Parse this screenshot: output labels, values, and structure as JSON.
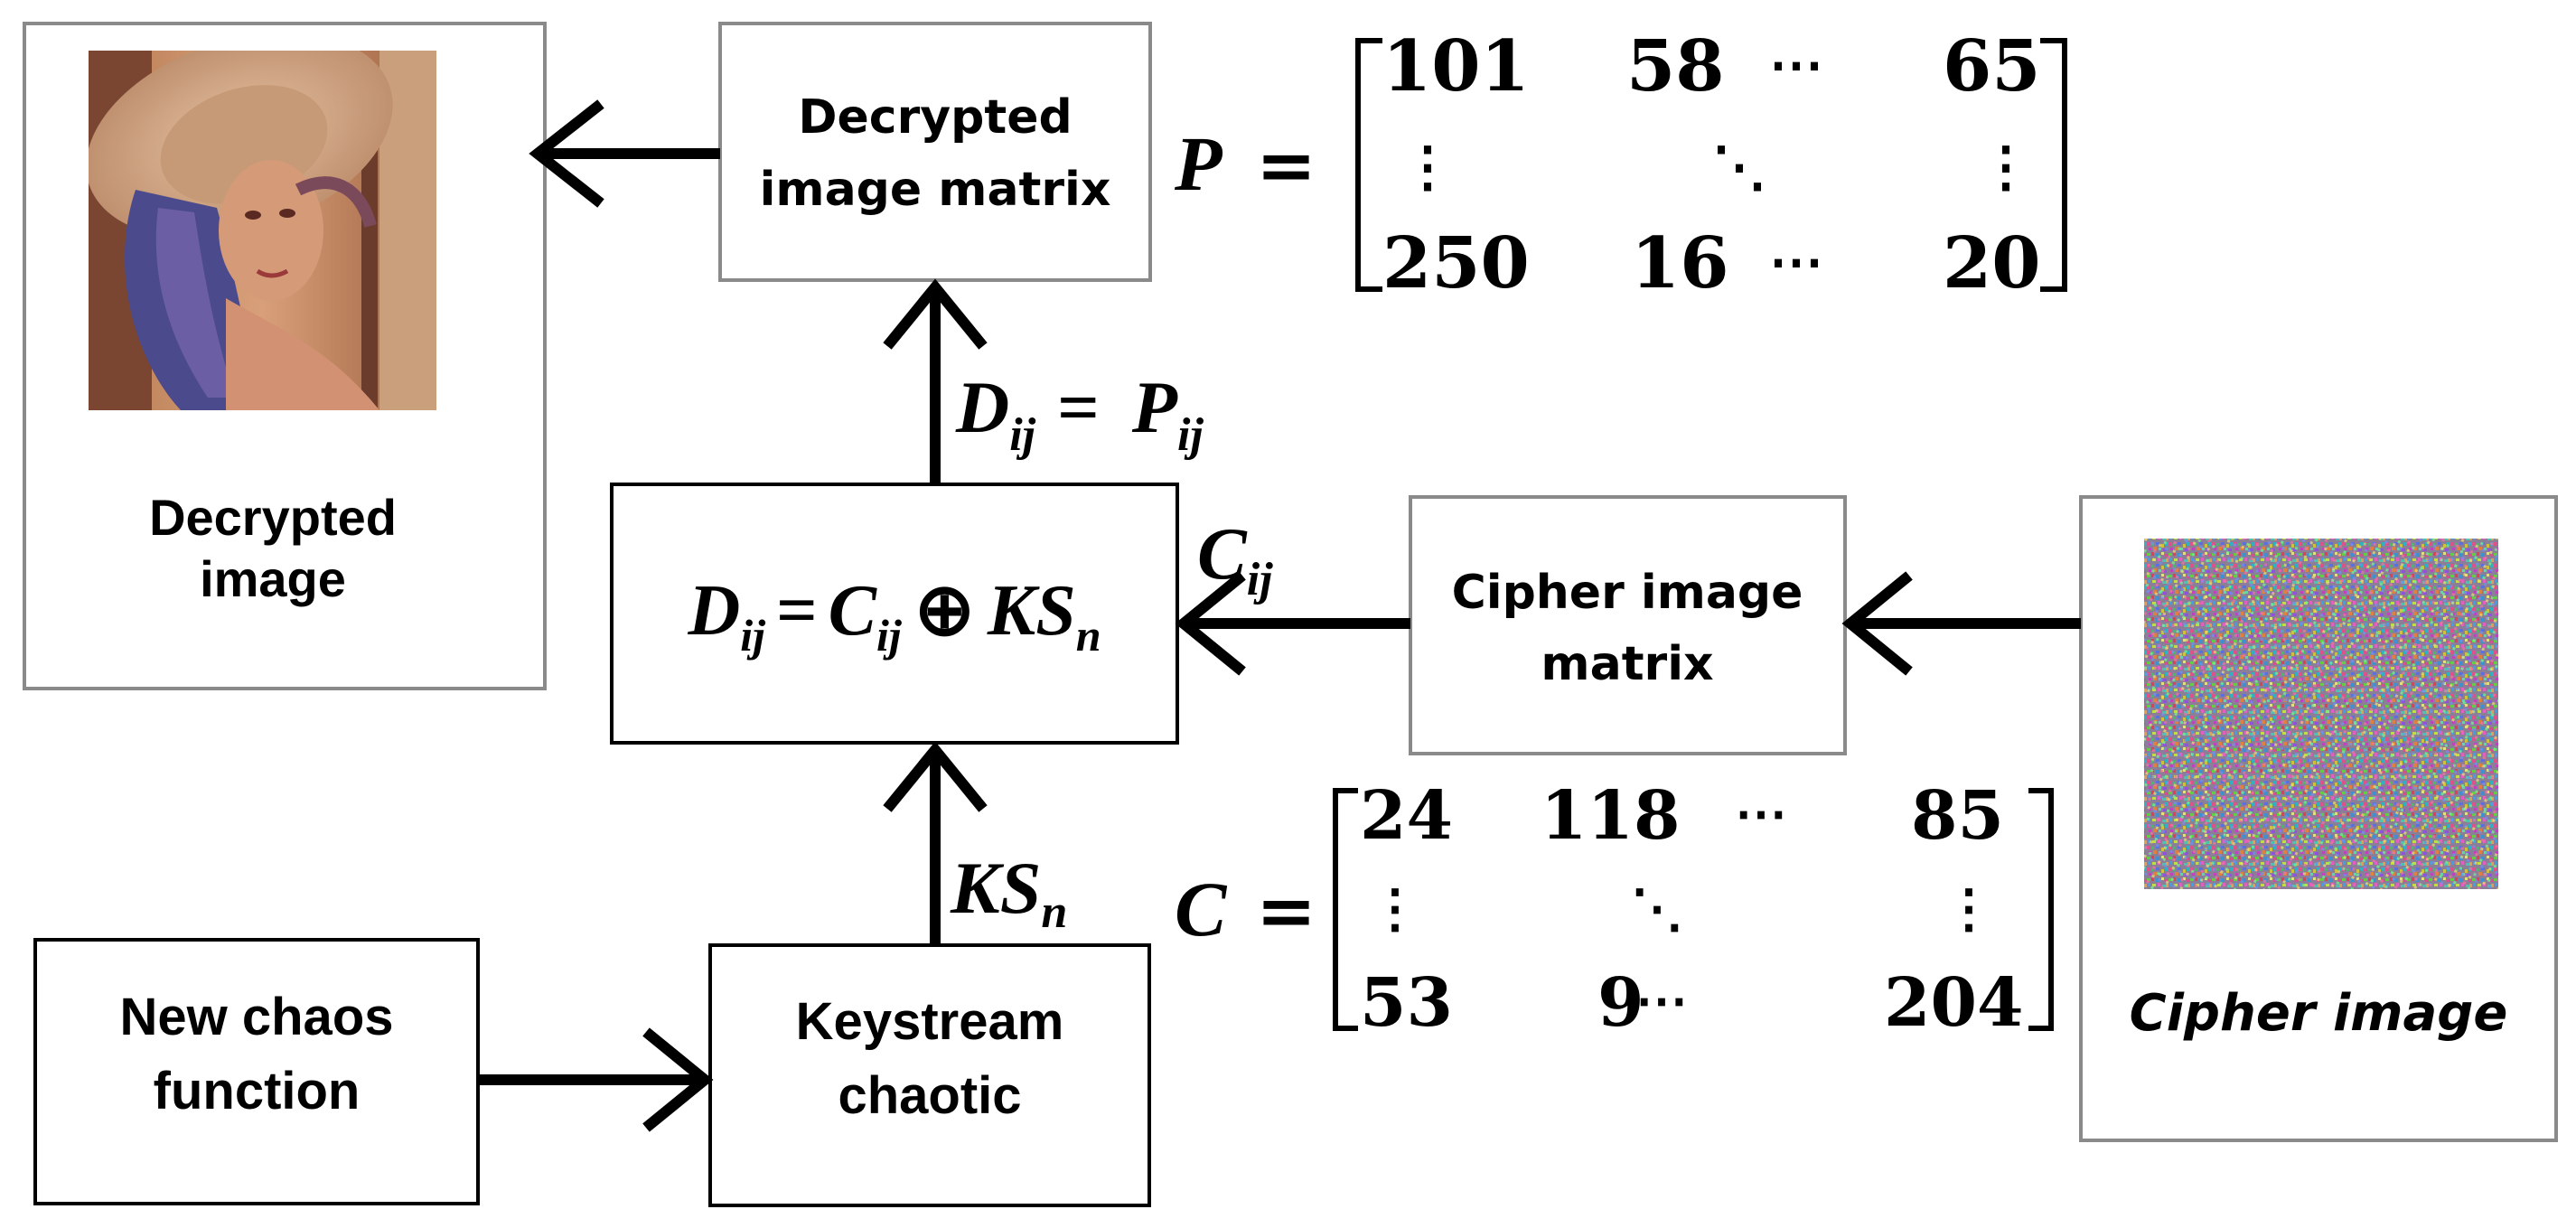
{
  "boxes": {
    "decrypted_image": {
      "label_line1": "Decrypted",
      "label_line2": "image"
    },
    "decrypted_matrix": {
      "label_line1": "Decrypted",
      "label_line2": "image matrix"
    },
    "xor": {
      "D": "D",
      "ij1": "ij",
      "eq": "=",
      "C": "C",
      "ij2": "ij",
      "oplus": "⊕",
      "KS": "KS",
      "n": "n"
    },
    "cipher_matrix": {
      "label_line1": "Cipher image",
      "label_line2": "matrix"
    },
    "cipher_image": {
      "label": "Cipher image"
    },
    "chaos_function": {
      "label_line1": "New chaos",
      "label_line2": "function"
    },
    "keystream": {
      "label_line1": "Keystream",
      "label_line2": "chaotic"
    }
  },
  "edge_labels": {
    "dij_pij": {
      "D": "D",
      "ij1": "ij",
      "eq": "=",
      "P": "P",
      "ij2": "ij"
    },
    "cij": {
      "C": "C",
      "ij": "ij"
    },
    "ksn": {
      "KS": "KS",
      "n": "n"
    }
  },
  "matrices": {
    "P": {
      "name": "P",
      "eq": "=",
      "row1": [
        "101",
        "58",
        "⋯",
        "65"
      ],
      "row2": [
        "⋮",
        "⋱",
        "⋮"
      ],
      "row3": [
        "250",
        "16",
        "⋯",
        "20"
      ]
    },
    "C": {
      "name": "C",
      "eq": "=",
      "row1": [
        "24",
        "118",
        "⋯",
        "85"
      ],
      "row2": [
        "⋮",
        "⋱",
        "⋮"
      ],
      "row3": [
        "53",
        "9",
        "⋯",
        "204"
      ]
    }
  },
  "colors": {
    "box_border_light": "#8a8a8a",
    "box_border_dark": "#000000",
    "arrow": "#000000"
  }
}
